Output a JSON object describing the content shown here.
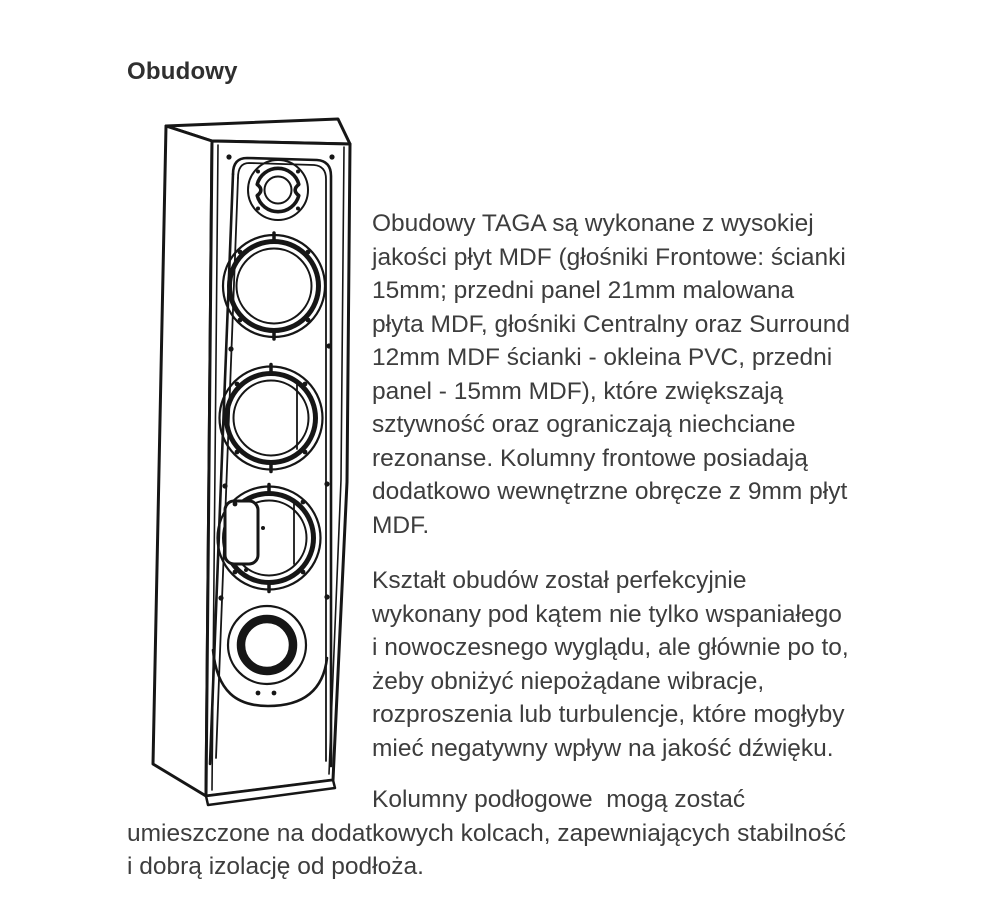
{
  "page": {
    "heading": "Obudowy",
    "text_color": "#3d3d3d",
    "heading_color": "#2f2f2f",
    "illustration": {
      "name": "tower-speaker-line-drawing",
      "stroke_color": "#161616"
    },
    "paragraphs": [
      {
        "lines": [
          "Obudowy TAGA są wykonane z wysokiej",
          "jakości płyt MDF (głośniki Frontowe: ścianki",
          "15mm; przedni panel 21mm malowana",
          "płyta MDF, głośniki Centralny oraz Surround",
          "12mm MDF ścianki - okleina PVC, przedni",
          "panel - 15mm MDF), które zwiększają",
          "sztywność oraz ograniczają niechciane",
          "rezonanse. Kolumny frontowe posiadają",
          "dodatkowo wewnętrzne obręcze z 9mm płyt",
          "MDF."
        ]
      },
      {
        "lines": [
          "Kształt obudów został perfekcyjnie",
          "wykonany pod kątem nie tylko wspaniałego",
          "i nowoczesnego wyglądu, ale głównie po to,",
          "żeby obniżyć niepożądane wibracje,",
          "rozproszenia lub turbulencje, które mogłyby",
          "mieć negatywny wpływ na jakość dźwięku."
        ]
      },
      {
        "lines": [
          "Kolumny podłogowe  mogą zostać",
          "umieszczone na dodatkowych kolcach, zapewniających stabilność",
          "i dobrą izolację od podłoża."
        ]
      }
    ]
  }
}
